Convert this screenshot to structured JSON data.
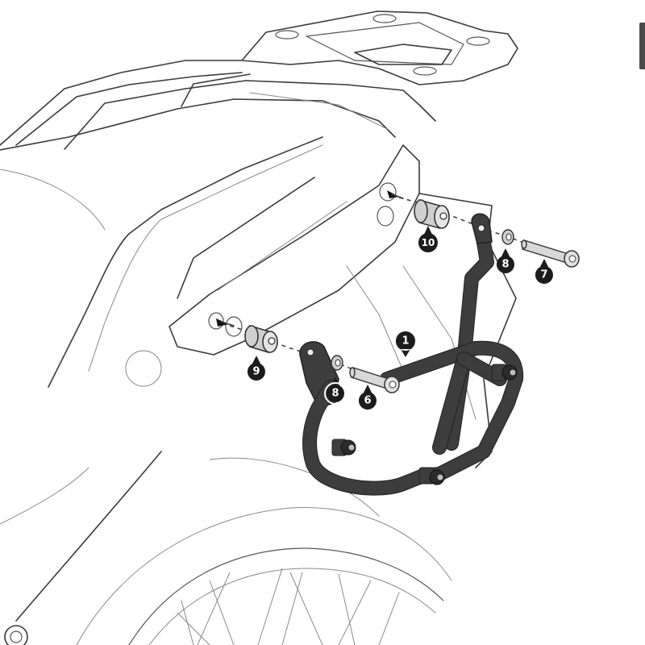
{
  "diagram": {
    "type": "exploded-assembly-view",
    "subject": "motorcycle rear side-carrier mounting bracket installation",
    "colors": {
      "line": "#3a3a3a",
      "bracket": "#3d3d3d",
      "spacer": "#cfcfcf",
      "callout": "#1c1c1c",
      "background": "#ffffff"
    },
    "callouts": [
      {
        "id": "c1",
        "label": "1",
        "part": "side carrier bracket"
      },
      {
        "id": "c6",
        "label": "6",
        "part": "bolt (lower)"
      },
      {
        "id": "c7",
        "label": "7",
        "part": "bolt (upper)"
      },
      {
        "id": "c8a",
        "label": "8",
        "part": "washer (upper)"
      },
      {
        "id": "c8b",
        "label": "8",
        "part": "washer (lower)"
      },
      {
        "id": "c9",
        "label": "9",
        "part": "spacer (lower)"
      },
      {
        "id": "c10",
        "label": "10",
        "part": "spacer (upper)"
      }
    ]
  }
}
